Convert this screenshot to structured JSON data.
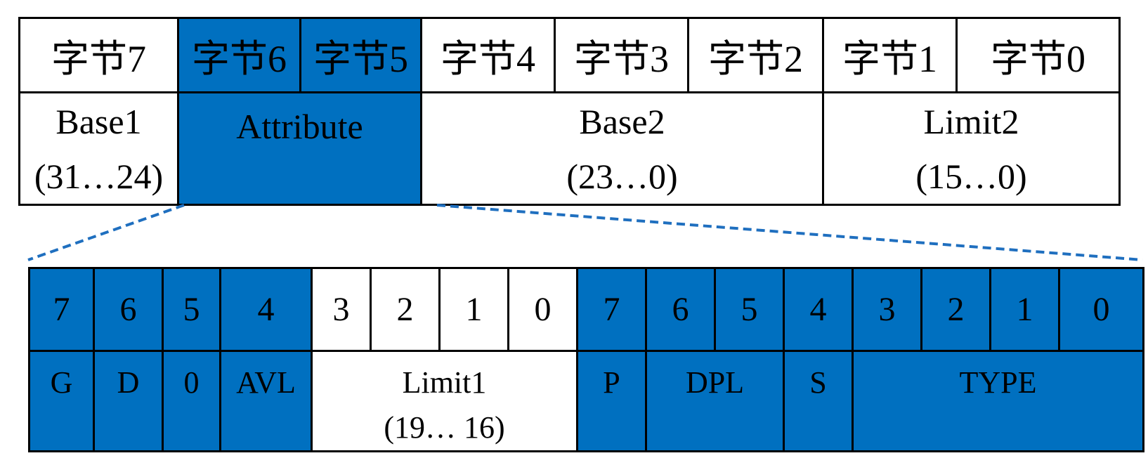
{
  "descriptor": {
    "bytes": [
      "字节7",
      "字节6",
      "字节5",
      "字节4",
      "字节3",
      "字节2",
      "字节1",
      "字节0"
    ],
    "fields": [
      {
        "name": "Base1",
        "range": "(31…24)"
      },
      {
        "name": "Attribute",
        "range": ""
      },
      {
        "name": "Base2",
        "range": "(23…0)"
      },
      {
        "name": "Limit2",
        "range": "(15…0)"
      }
    ]
  },
  "attribute": {
    "bits": [
      "7",
      "6",
      "5",
      "4",
      "3",
      "2",
      "1",
      "0",
      "7",
      "6",
      "5",
      "4",
      "3",
      "2",
      "1",
      "0"
    ],
    "fields": [
      {
        "name": "G",
        "range": ""
      },
      {
        "name": "D",
        "range": ""
      },
      {
        "name": "0",
        "range": ""
      },
      {
        "name": "AVL",
        "range": ""
      },
      {
        "name": "Limit1",
        "range": "(19… 16)"
      },
      {
        "name": "P",
        "range": ""
      },
      {
        "name": "DPL",
        "range": ""
      },
      {
        "name": "S",
        "range": ""
      },
      {
        "name": "TYPE",
        "range": ""
      }
    ]
  },
  "colors": {
    "highlight": "#0070c0",
    "connector": "#1f6fbf",
    "border": "#000000"
  }
}
